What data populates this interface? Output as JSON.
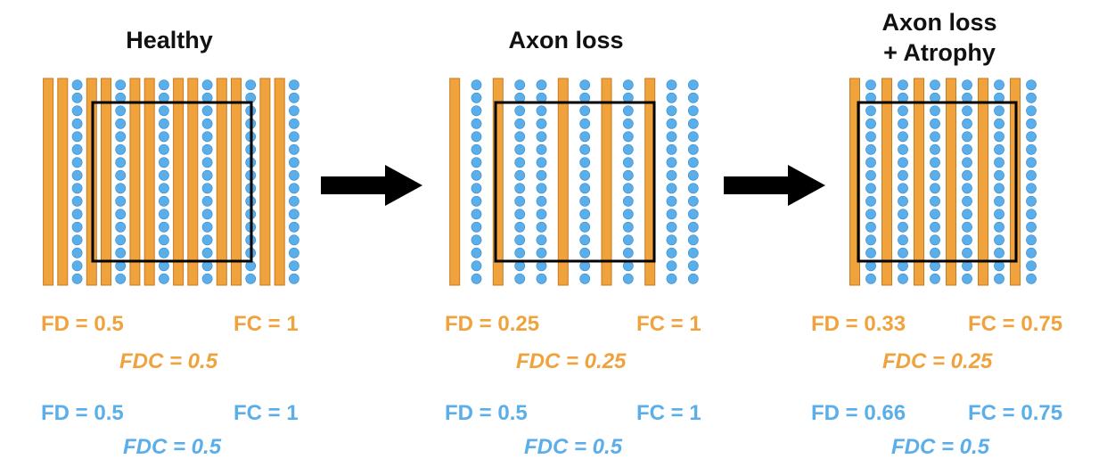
{
  "colors": {
    "orange": "#F0A23C",
    "orange_stroke": "#C97A1E",
    "blue": "#5AAEEA",
    "blue_stroke": "#3A8CD0",
    "box": "#000000",
    "arrow": "#000000"
  },
  "panels": [
    {
      "title_lines": [
        "Healthy"
      ],
      "columns": [
        "O",
        "O",
        "B",
        "O",
        "O",
        "B",
        "O",
        "O",
        "B",
        "O",
        "O",
        "B",
        "O",
        "O",
        "B",
        "O",
        "O",
        "B"
      ],
      "metrics_orange": {
        "fd": "FD = 0.5",
        "fc": "FC = 1",
        "fdc": "FDC = 0.5"
      },
      "metrics_blue": {
        "fd": "FD = 0.5",
        "fc": "FC = 1",
        "fdc": "FDC = 0.5"
      }
    },
    {
      "title_lines": [
        "Axon loss"
      ],
      "columns": [
        "O",
        "B",
        "O",
        "B",
        "B",
        "O",
        "B",
        "O",
        "B",
        "O",
        "B",
        "B"
      ],
      "metrics_orange": {
        "fd": "FD = 0.25",
        "fc": "FC = 1",
        "fdc": "FDC = 0.25"
      },
      "metrics_blue": {
        "fd": "FD = 0.5",
        "fc": "FC = 1",
        "fdc": "FDC = 0.5"
      }
    },
    {
      "title_lines": [
        "Axon loss",
        "+ Atrophy"
      ],
      "columns": [
        "O",
        "B",
        "O",
        "B",
        "O",
        "B",
        "O",
        "B",
        "O",
        "B",
        "O",
        "B"
      ],
      "metrics_orange": {
        "fd": "FD = 0.33",
        "fc": "FC = 0.75",
        "fdc": "FDC = 0.25"
      },
      "metrics_blue": {
        "fd": "FD = 0.66",
        "fc": "FC = 0.75",
        "fdc": "FDC = 0.5"
      }
    }
  ],
  "arrows": [
    "right-arrow",
    "right-arrow"
  ]
}
